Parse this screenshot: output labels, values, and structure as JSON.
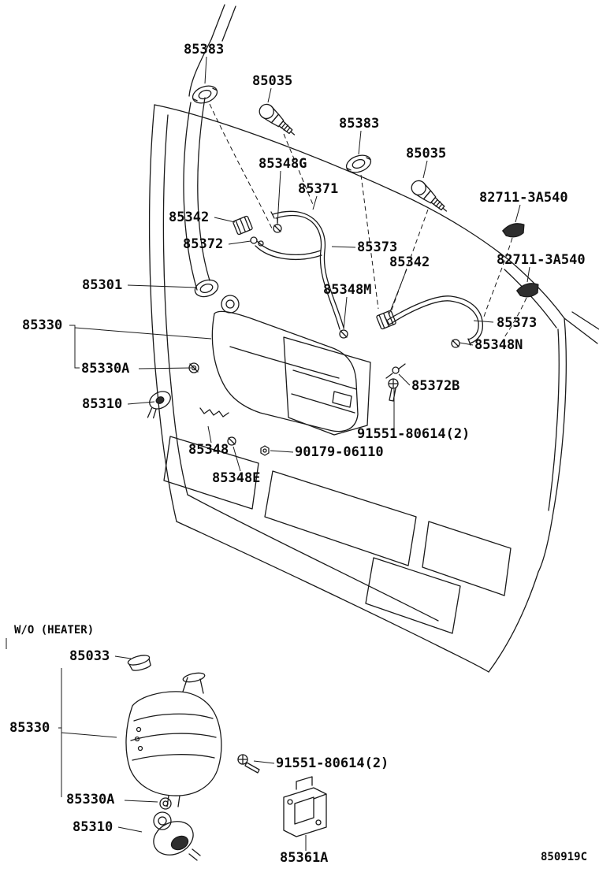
{
  "diagram": {
    "description": "Exploded parts diagram of windshield washer system on truck front panel",
    "colors": {
      "line": "#1a1a1a",
      "background": "#ffffff"
    },
    "labels": [
      {
        "id": "85383-upper-left",
        "text": "85383"
      },
      {
        "id": "85035-upper-left",
        "text": "85035"
      },
      {
        "id": "85383-upper-right",
        "text": "85383"
      },
      {
        "id": "85035-upper-right",
        "text": "85035"
      },
      {
        "id": "85348G",
        "text": "85348G"
      },
      {
        "id": "85371",
        "text": "85371"
      },
      {
        "id": "82711-3A540-upper",
        "text": "82711-3A540"
      },
      {
        "id": "85342-left",
        "text": "85342"
      },
      {
        "id": "85372",
        "text": "85372"
      },
      {
        "id": "85373-center",
        "text": "85373"
      },
      {
        "id": "85342-right",
        "text": "85342"
      },
      {
        "id": "82711-3A540-lower",
        "text": "82711-3A540"
      },
      {
        "id": "85301",
        "text": "85301"
      },
      {
        "id": "85348M",
        "text": "85348M"
      },
      {
        "id": "85330-main",
        "text": "85330"
      },
      {
        "id": "85373-right",
        "text": "85373"
      },
      {
        "id": "85348N",
        "text": "85348N"
      },
      {
        "id": "85330A-main",
        "text": "85330A"
      },
      {
        "id": "85372B",
        "text": "85372B"
      },
      {
        "id": "85310-main",
        "text": "85310"
      },
      {
        "id": "91551-80614-main",
        "text": "91551-80614(2)"
      },
      {
        "id": "85348",
        "text": "85348"
      },
      {
        "id": "90179-06110",
        "text": "90179-06110"
      },
      {
        "id": "85348E",
        "text": "85348E"
      },
      {
        "id": "wo-heater-note",
        "text": "W/O (HEATER)"
      },
      {
        "id": "85033",
        "text": "85033"
      },
      {
        "id": "85330-heater",
        "text": "85330"
      },
      {
        "id": "91551-80614-heater",
        "text": "91551-80614(2)"
      },
      {
        "id": "85330A-heater",
        "text": "85330A"
      },
      {
        "id": "85310-heater",
        "text": "85310"
      },
      {
        "id": "85361A",
        "text": "85361A"
      },
      {
        "id": "drawing-code",
        "text": "850919C"
      }
    ]
  }
}
